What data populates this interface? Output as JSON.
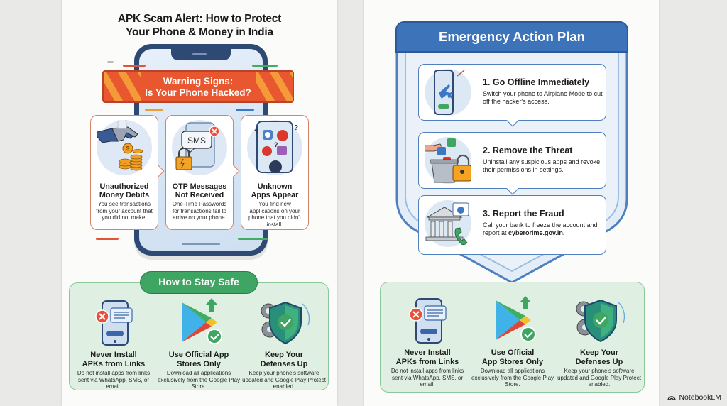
{
  "left_page": {
    "title_line1": "APK Scam Alert: How to Protect",
    "title_line2": "Your Phone & Money in India",
    "warning_banner": {
      "line1": "Warning Signs:",
      "line2": "Is Your Phone Hacked?"
    },
    "warning_signs": [
      {
        "icon": "hand-taking-coins-icon",
        "title_line1": "Unauthorized",
        "title_line2": "Money Debits",
        "description": "You see transactions from your account that you did not make."
      },
      {
        "icon": "sms-blocked-lock-icon",
        "title_line1": "OTP Messages",
        "title_line2": "Not Received",
        "description": "One-Time Passwords for transactions fail to arrive on your phone."
      },
      {
        "icon": "unknown-malware-apps-icon",
        "title_line1": "Unknown",
        "title_line2": "Apps Appear",
        "description": "You find new applications on your phone that you didn't install."
      }
    ],
    "stay_safe": {
      "heading": "How to Stay Safe",
      "tips": [
        {
          "icon": "phone-blocked-link-icon",
          "title_line1": "Never Install",
          "title_line2": "APKs from Links",
          "description": "Do not install apps from links sent via WhatsApp, SMS, or email."
        },
        {
          "icon": "play-store-verified-icon",
          "title_line1": "Use Official App",
          "title_line2": "Stores Only",
          "description": "Download all applications exclusively from the Google Play Store."
        },
        {
          "icon": "shield-gears-check-icon",
          "title_line1": "Keep Your",
          "title_line2": "Defenses Up",
          "description": "Keep your phone's software updated and Google Play Protect enabled."
        }
      ]
    }
  },
  "right_page": {
    "header": "Emergency Action Plan",
    "steps": [
      {
        "icon": "airplane-mode-phone-icon",
        "title": "1. Go Offline Immediately",
        "description": "Switch your phone to Airplane Mode to cut off the hacker's access."
      },
      {
        "icon": "trash-apps-lock-icon",
        "title": "2. Remove the Threat",
        "description": "Uninstall any suspicious apps and revoke their permissions in settings."
      },
      {
        "icon": "bank-phone-report-icon",
        "title": "3. Report the Fraud",
        "description_prefix": "Call your bank to freeze the account and report at ",
        "description_link": "cyberorime.gov.in."
      }
    ],
    "tips": [
      {
        "icon": "phone-blocked-link-icon",
        "title_line1": "Never Install",
        "title_line2": "APKs from Links",
        "description": "Do not install apps from links sent via WhatsApp, SMS, or email."
      },
      {
        "icon": "play-store-verified-icon",
        "title_line1": "Use Official",
        "title_line2": "App Stores Only",
        "description": "Download all applications exclusively from the Google Play Store."
      },
      {
        "icon": "shield-gears-check-icon",
        "title_line1": "Keep Your",
        "title_line2": "Defenses Up",
        "description": "Keep your phone's software updated and Google Play Protect enabled."
      }
    ]
  },
  "watermark": "NotebookLM",
  "colors": {
    "warning_orange": "#e8572f",
    "warning_stripe": "#f49a38",
    "safe_green": "#3fa563",
    "safe_panel": "#dff0e2",
    "plan_blue": "#3d74b9",
    "phone_navy": "#2e4a74"
  }
}
